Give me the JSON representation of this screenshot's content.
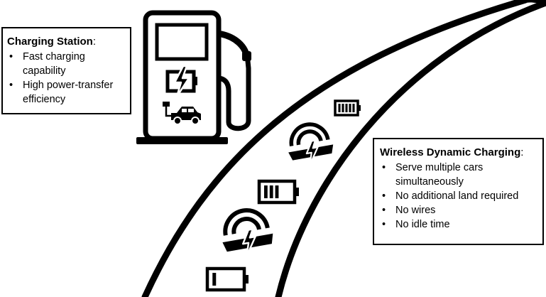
{
  "station": {
    "title": "Charging Station",
    "title_suffix": ":",
    "items": [
      "Fast charging capability",
      "High power-transfer efficiency"
    ]
  },
  "wireless": {
    "title": "Wireless Dynamic Charging",
    "title_suffix": ":",
    "items": [
      "Serve multiple cars simultaneously",
      "No additional land required",
      "No wires",
      "No idle time"
    ]
  },
  "icons": {
    "station": "charging-station-icon",
    "battery_station": "battery-bolt-icon",
    "car": "electric-car-icon",
    "pad": "wireless-charging-pad-icon",
    "battery": "battery-level-icon"
  },
  "road_batteries": [
    {
      "level_bars": 5,
      "level_fraction": 1.0
    },
    {
      "level_bars": 3,
      "level_fraction": 0.6
    },
    {
      "level_bars": 1,
      "level_fraction": 0.2
    }
  ],
  "colors": {
    "ink": "#000000",
    "background": "#ffffff"
  }
}
